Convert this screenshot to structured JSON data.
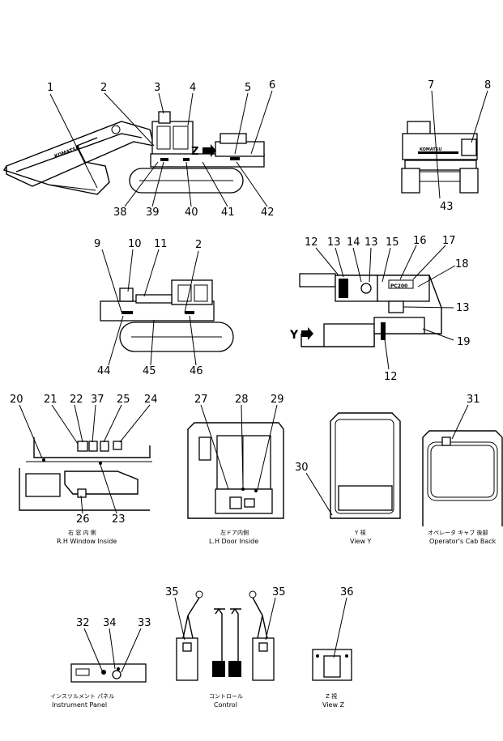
{
  "callouts": {
    "n1": "1",
    "n2": "2",
    "n3": "3",
    "n4": "4",
    "n5": "5",
    "n6": "6",
    "n7": "7",
    "n8": "8",
    "n9": "9",
    "n10": "10",
    "n11": "11",
    "n2b": "2",
    "n12": "12",
    "n13": "13",
    "n14": "14",
    "n13b": "13",
    "n15": "15",
    "n16": "16",
    "n17": "17",
    "n18": "18",
    "n13c": "13",
    "n19": "19",
    "n12b": "12",
    "n20": "20",
    "n21": "21",
    "n22": "22",
    "n37": "37",
    "n25": "25",
    "n24": "24",
    "n26": "26",
    "n23": "23",
    "n27": "27",
    "n28": "28",
    "n29": "29",
    "n30": "30",
    "n31": "31",
    "n32": "32",
    "n34": "34",
    "n33": "33",
    "n35": "35",
    "n35b": "35",
    "n36": "36",
    "n38": "38",
    "n39": "39",
    "n40": "40",
    "n41": "41",
    "n42": "42",
    "n43": "43",
    "n44": "44",
    "n45": "45",
    "n46": "46"
  },
  "view_letters": {
    "z": "Z",
    "y": "Y"
  },
  "captions": {
    "rh_window_jp": "右 窓 内 側",
    "rh_window_en": "R.H Window Inside",
    "lh_door_jp": "左ドア内側",
    "lh_door_en": "L.H Door Inside",
    "view_y_jp": "Y 視",
    "view_y_en": "View Y",
    "cab_back_jp": "オペレータ キャブ 後部",
    "cab_back_en": "Operator's Cab Back",
    "instrument_jp": "インスツルメント パネル",
    "instrument_en": "Instrument Panel",
    "control_jp": "コントロール",
    "control_en": "Control",
    "view_z_jp": "Z 視",
    "view_z_en": "View Z"
  },
  "machine_text": {
    "boom": "KOMATSU",
    "side": "KOMATSU",
    "plate": "PC200"
  }
}
